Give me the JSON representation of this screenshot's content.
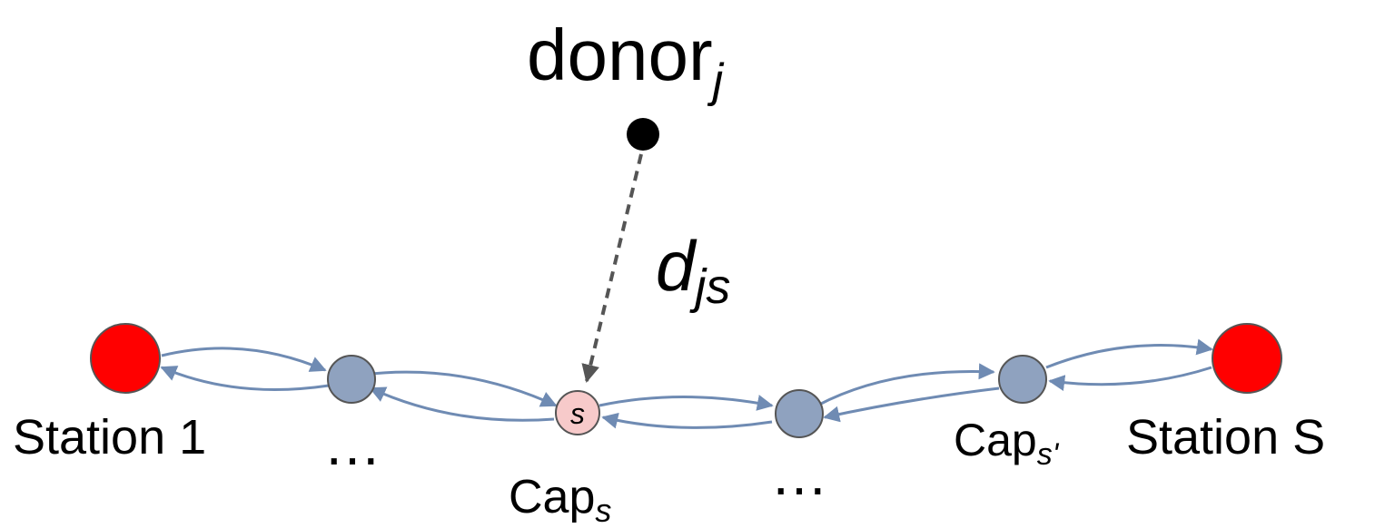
{
  "donor": {
    "base": "donor",
    "sub": "j"
  },
  "distance": {
    "base": "d",
    "sub": "js"
  },
  "stations": {
    "first": "Station 1",
    "last": "Station S"
  },
  "capacities": {
    "s": {
      "base": "Cap",
      "sub": "s"
    },
    "s_prime": {
      "base": "Cap",
      "sub": "s'"
    }
  },
  "selected_node_label": "s",
  "ellipsis": "…",
  "colors": {
    "station": "#ff0000",
    "node": "#8fa2bf",
    "selected_node": "#f7caca",
    "edge": "#6f8bb3",
    "donor": "#000000",
    "distance_arrow": "#555555"
  }
}
